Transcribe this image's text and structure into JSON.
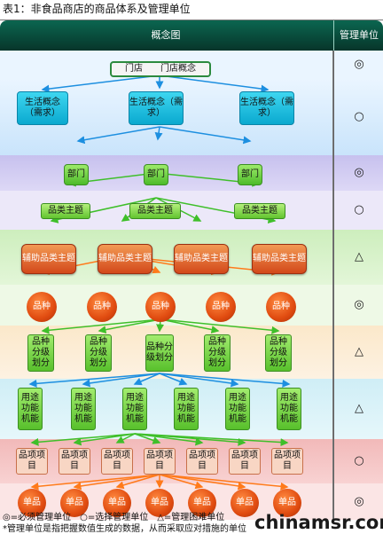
{
  "caption": "表1：非食品商店的商品体系及管理单位",
  "header": {
    "concept": "概念图",
    "unit": "管理单位"
  },
  "nodes": {
    "store": "门店　　门店概念",
    "life": [
      "生活概念（需求）",
      "生活概念（需求）",
      "生活概念（需求）"
    ],
    "dept": [
      "部门",
      "部门",
      "部门"
    ],
    "category": [
      "品类主题",
      "品类主题",
      "品类主题"
    ],
    "aux": [
      "辅助品类主题",
      "辅助品类主题",
      "辅助品类主题",
      "辅助品类主题"
    ],
    "kind": [
      "品种",
      "品种",
      "品种",
      "品种",
      "品种"
    ],
    "grade": [
      "品种分级划分",
      "品种分级划分",
      "品种分级划分",
      "品种分级划分",
      "品种分级划分"
    ],
    "use": [
      "用途功能机能",
      "用途功能机能",
      "用途功能机能",
      "用途功能机能",
      "用途功能机能",
      "用途功能机能"
    ],
    "item": [
      "品项项目",
      "品项项目",
      "品项项目",
      "品项项目",
      "品项项目",
      "品项项目",
      "品项项目"
    ],
    "sku": [
      "单品",
      "单品",
      "单品",
      "单品",
      "单品",
      "单品",
      "单品"
    ]
  },
  "units": [
    "◎",
    "○",
    "◎",
    "○",
    "△",
    "◎",
    "△",
    "△",
    "○",
    "◎"
  ],
  "legend": {
    "line1": "◎=必须管理单位　○=选择管理单位　△=管理困难单位",
    "line2": "*管理单位是指把握数值生成的数据，从而采取应对措施的单位"
  },
  "watermark": "chinamsr.com",
  "colors": {
    "header": "#0b5a45",
    "band_store": "#e8f4ff",
    "band_life": "#cfe7fb",
    "band_dept": "#d8d2f2",
    "band_cat": "#e9e4f8",
    "band_aux": "#d6f3c9",
    "band_kind": "#eaf8df",
    "band_grade": "#fbe7c9",
    "band_use": "#d9f2f7",
    "band_item": "#f6c9c9",
    "band_sku": "#fbe3e3",
    "arrow_blue": "#1d8fe0",
    "arrow_green": "#3fbf2a",
    "arrow_orange": "#ff7a1a"
  }
}
